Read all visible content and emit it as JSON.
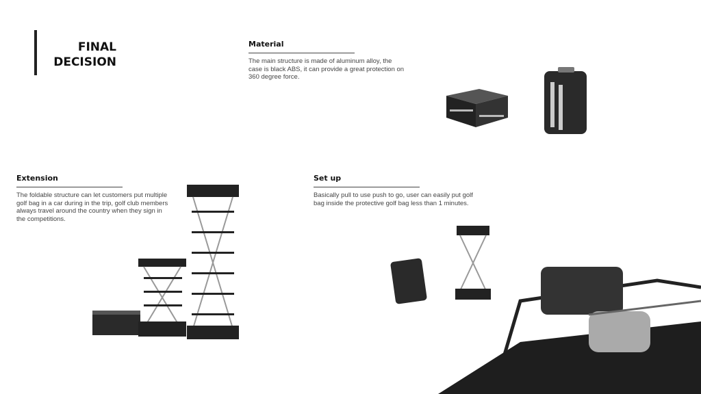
{
  "title": {
    "line1": "FINAL",
    "line2": "DECISION"
  },
  "sections": [
    {
      "heading": "Material",
      "body": "The main structure is made of aluminum alloy, the case is black ABS, it can provide a great protection on 360 degree force."
    },
    {
      "heading": "Extension",
      "body": "The foldable structure can let customers put multiple golf bag in a car during in the trip, golf club members always travel around the country when they sign in the competitions."
    },
    {
      "heading": "Set up",
      "body": "Basically pull to use push to go, user can easily put golf bag inside the protective golf bag less than 1 minutes."
    }
  ]
}
